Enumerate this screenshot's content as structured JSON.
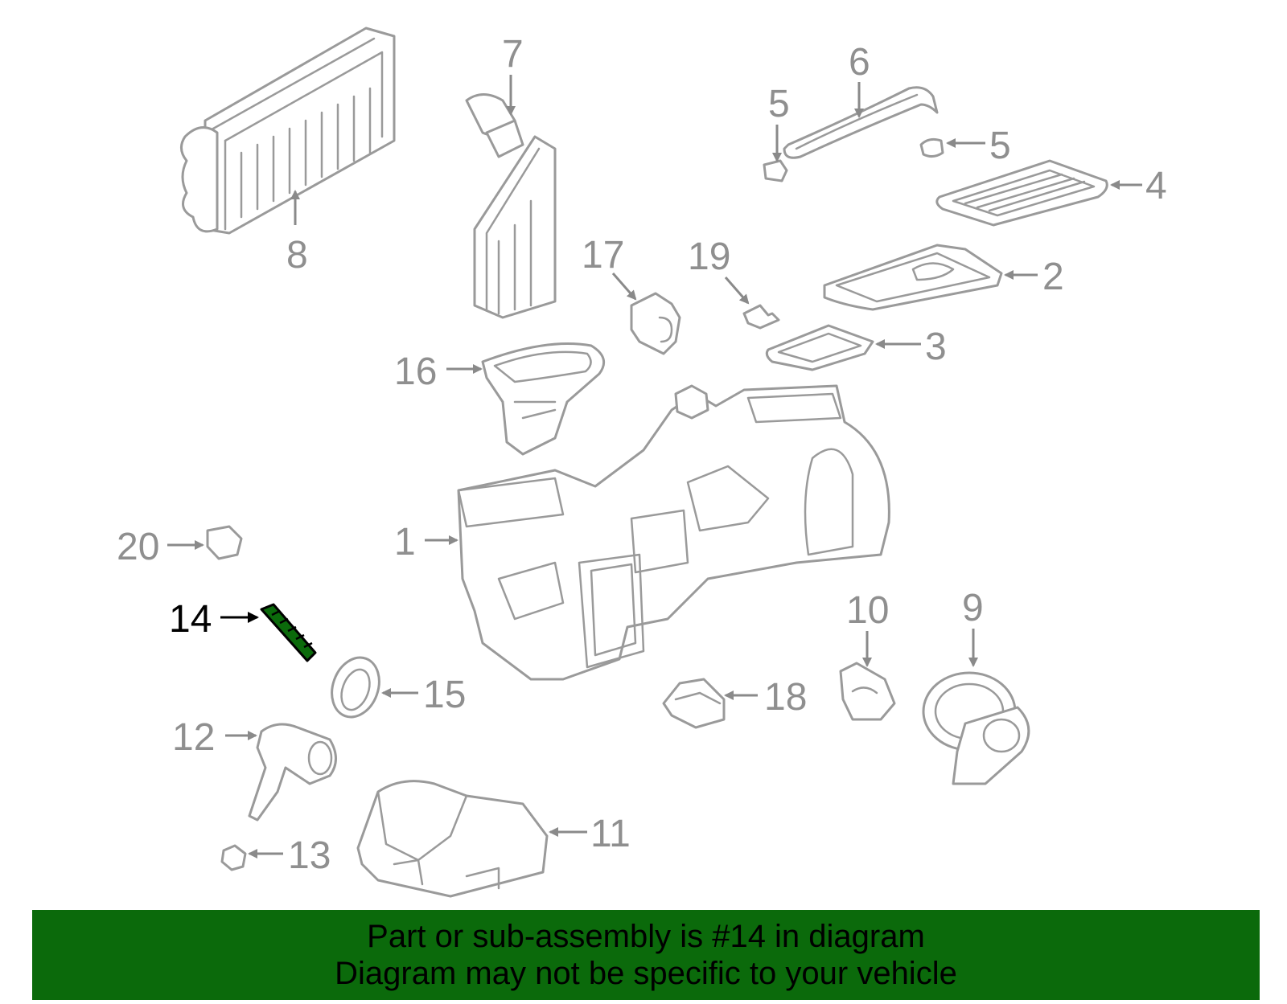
{
  "diagram": {
    "highlight_color": "#0b6a0b",
    "callouts": {
      "c1": "1",
      "c2": "2",
      "c3": "3",
      "c4": "4",
      "c5a": "5",
      "c5b": "5",
      "c6": "6",
      "c7": "7",
      "c8": "8",
      "c9": "9",
      "c10": "10",
      "c11": "11",
      "c12": "12",
      "c13": "13",
      "c14": "14",
      "c15": "15",
      "c16": "16",
      "c17": "17",
      "c18": "18",
      "c19": "19",
      "c20": "20"
    },
    "highlighted_part": "14"
  },
  "banner": {
    "line1": "Part or sub-assembly is #14 in diagram",
    "line2": "Diagram may not be specific to your vehicle",
    "background": "#0b6a0b"
  }
}
